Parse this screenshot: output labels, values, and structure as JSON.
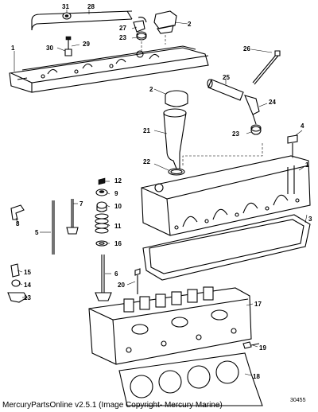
{
  "diagram": {
    "callouts": [
      "1",
      "2",
      "3",
      "4",
      "5",
      "6",
      "7",
      "8",
      "9",
      "10",
      "11",
      "12",
      "13",
      "14",
      "15",
      "16",
      "17",
      "18",
      "19",
      "20",
      "21",
      "22",
      "23",
      "24",
      "25",
      "26",
      "27",
      "28",
      "29",
      "30",
      "31"
    ],
    "footer": "MercuryPartsOnline v2.5.1 (Image Copyright- Mercury Marine)",
    "drawing_number": "30455"
  }
}
